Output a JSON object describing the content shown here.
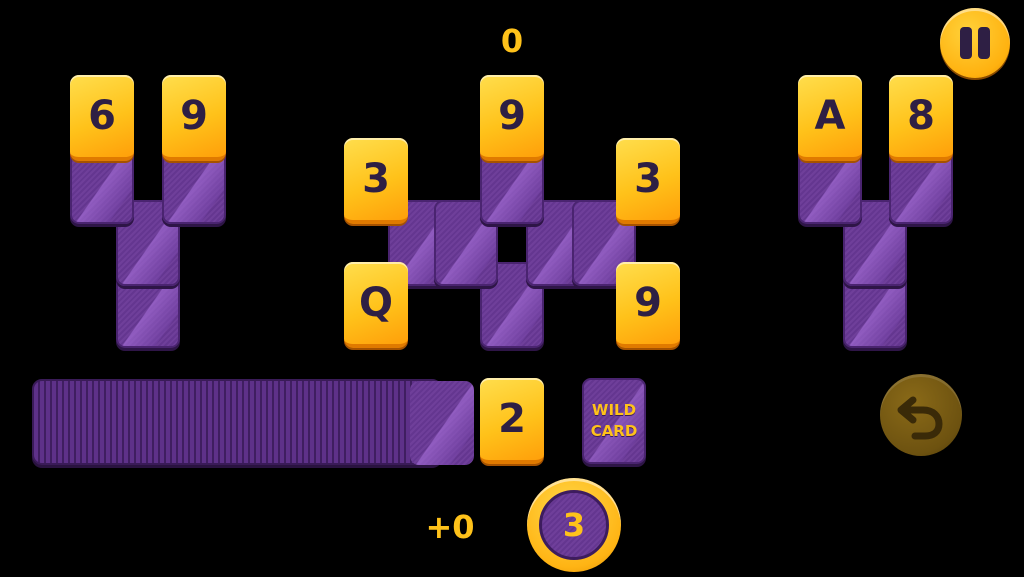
{
  "score": "0",
  "bonus": "+0",
  "coin_count": "3",
  "waste_card": "2",
  "wild_card": {
    "line1": "WILD",
    "line2": "CARD"
  },
  "left_peak": {
    "face_up": [
      "6",
      "9"
    ]
  },
  "center_peak": {
    "top": "9",
    "left_top": "3",
    "right_top": "3",
    "left_bottom": "Q",
    "right_bottom": "9"
  },
  "right_peak": {
    "face_up": [
      "A",
      "8"
    ]
  },
  "colors": {
    "accent": "#ffc21a",
    "card_back": "#6a3996",
    "background": "#000000"
  }
}
